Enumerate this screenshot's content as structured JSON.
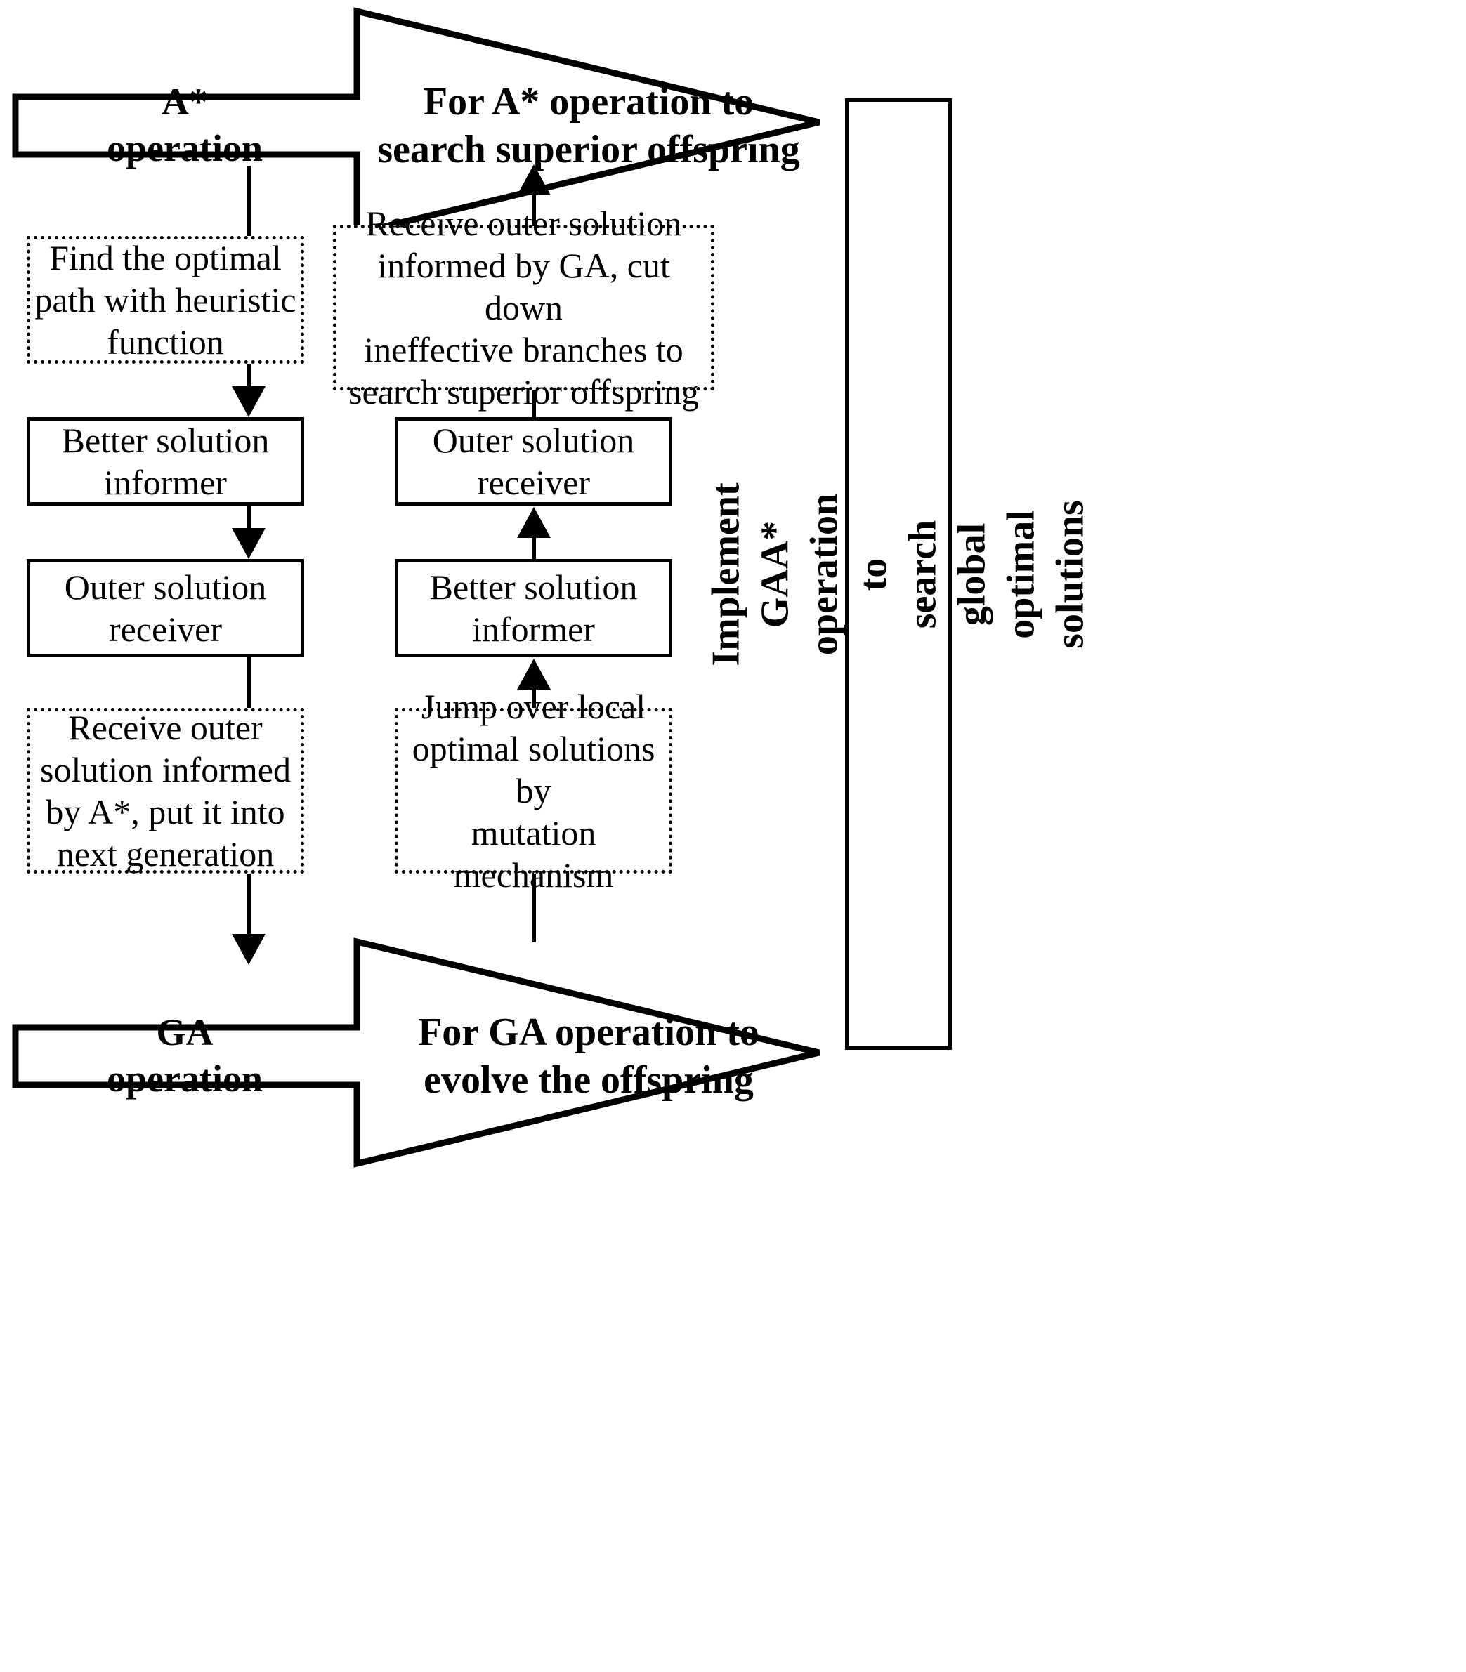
{
  "diagram": {
    "title": "GAA* hybrid algorithm framework",
    "stroke_color": "#000000",
    "background_color": "#ffffff",
    "arrows": {
      "astar": {
        "head_label": "A*\noperation",
        "body_label": "For A* operation to\nsearch superior offspring"
      },
      "ga": {
        "head_label": "GA\noperation",
        "body_label": "For GA operation to\nevolve the offspring"
      }
    },
    "right_panel": {
      "label": "Implement GAA* operation to\nsearch global optimal solutions"
    },
    "left_column": [
      {
        "id": "find-optimal-path",
        "style": "dotted",
        "label": "Find the optimal\npath with heuristic\nfunction"
      },
      {
        "id": "better-solution-informer-left",
        "style": "solid",
        "label": "Better solution\ninformer"
      },
      {
        "id": "outer-solution-receiver-left",
        "style": "solid",
        "label": "Outer solution\nreceiver"
      },
      {
        "id": "receive-outer-solution-astar",
        "style": "dotted",
        "label": "Receive outer\nsolution informed\nby A*, put it into\nnext generation"
      }
    ],
    "middle_column": [
      {
        "id": "receive-outer-solution-ga",
        "style": "dotted",
        "label": "Receive outer solution\ninformed by GA, cut down\nineffective branches to\nsearch superior offspring"
      },
      {
        "id": "outer-solution-receiver-middle",
        "style": "solid",
        "label": "Outer solution\nreceiver"
      },
      {
        "id": "better-solution-informer-middle",
        "style": "solid",
        "label": "Better solution\ninformer"
      },
      {
        "id": "jump-over-local-optima",
        "style": "dotted",
        "label": "Jump over local\noptimal solutions by\nmutation\nmechanism"
      }
    ]
  }
}
